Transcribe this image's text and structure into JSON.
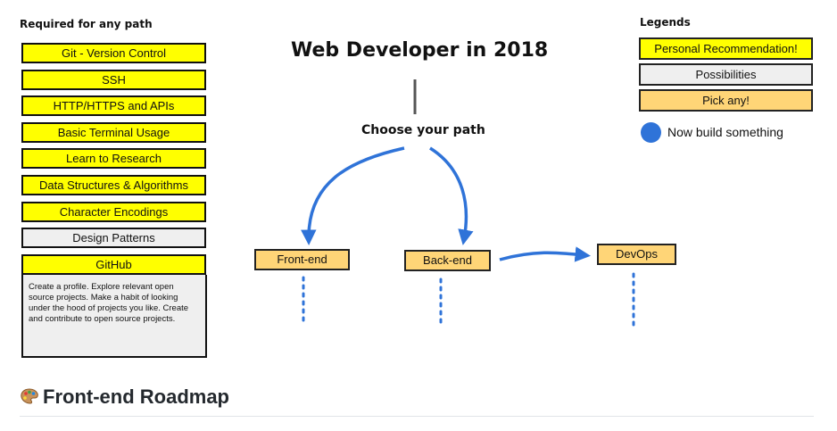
{
  "required": {
    "heading": "Required for any path",
    "items": [
      {
        "label": "Git - Version Control",
        "kind": "recommended"
      },
      {
        "label": "SSH",
        "kind": "recommended"
      },
      {
        "label": "HTTP/HTTPS and APIs",
        "kind": "recommended"
      },
      {
        "label": "Basic Terminal Usage",
        "kind": "recommended"
      },
      {
        "label": "Learn to Research",
        "kind": "recommended"
      },
      {
        "label": "Data Structures & Algorithms",
        "kind": "recommended"
      },
      {
        "label": "Character Encodings",
        "kind": "recommended"
      },
      {
        "label": "Design Patterns",
        "kind": "possibility"
      },
      {
        "label": "GitHub",
        "kind": "recommended"
      }
    ],
    "github_note": "Create a profile. Explore relevant open source projects. Make a habit of looking under the hood of projects you like. Create and contribute to open source projects."
  },
  "diagram": {
    "title": "Web Developer in 2018",
    "prompt": "Choose your path",
    "paths": {
      "frontend": "Front-end",
      "backend": "Back-end",
      "devops": "DevOps"
    },
    "line_color": "#555555",
    "arrow_color": "#2f73d8",
    "dot_color": "#2f73d8"
  },
  "legend": {
    "heading": "Legends",
    "recommendation": "Personal Recommendation!",
    "possibilities": "Possibilities",
    "pick_any": "Pick any!",
    "build": "Now build something",
    "colors": {
      "recommendation": "#ffff00",
      "possibilities": "#efefef",
      "pick_any": "#ffd577",
      "build": "#2f73d8"
    }
  },
  "footer": {
    "emoji_icon": "palette-icon",
    "title": "Front-end Roadmap"
  }
}
